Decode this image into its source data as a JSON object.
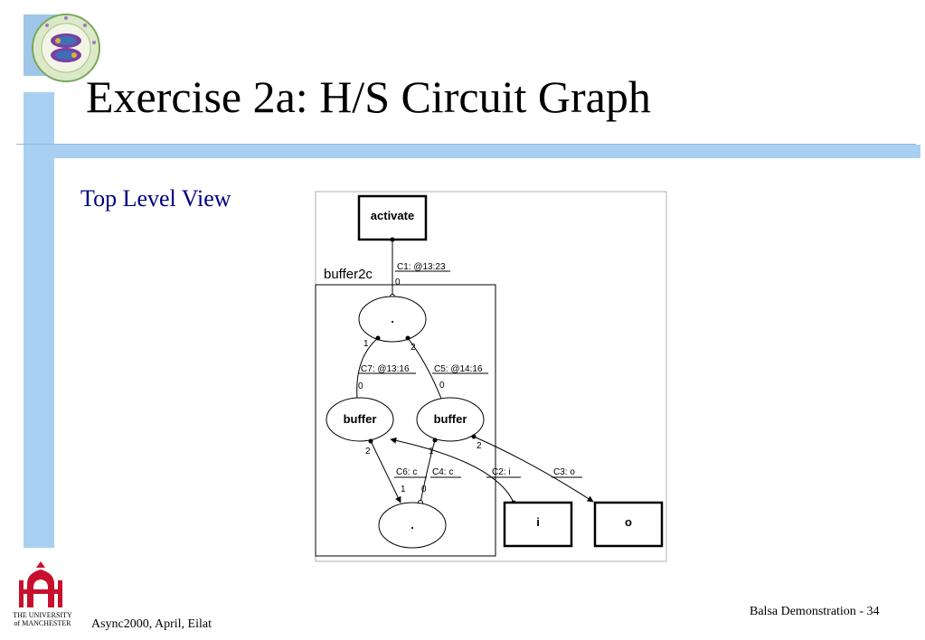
{
  "slide": {
    "title": "Exercise 2a: H/S Circuit Graph",
    "subtitle": "Top Level View",
    "footer_left": "Async2000, April, Eilat",
    "footer_right_label": "Balsa Demonstration",
    "footer_separator": " - ",
    "page_number": "34"
  },
  "university": {
    "line1": "THE UNIVERSITY",
    "line2": "of MANCHESTER"
  },
  "diagram": {
    "group_label": "buffer2c",
    "nodes": {
      "activate": "activate",
      "seq": ".",
      "buffer_left": "buffer",
      "buffer_right": "buffer",
      "join": ".",
      "port_i": "i",
      "port_o": "o"
    },
    "channels": {
      "c1": "C1: @13:23",
      "c7": "C7: @13:16",
      "c5": "C5: @14:16",
      "c6": "C6: c",
      "c4": "C4: c",
      "c2": "C2: i",
      "c3": "C3: o"
    },
    "port_numbers": {
      "c1_zero": "0",
      "seq_one": "1",
      "seq_two": "2",
      "c7_zero": "0",
      "c5_zero": "0",
      "bl_two": "2",
      "br_one": "1",
      "br_two": "2",
      "c6_one": "1",
      "c4_zero": "0"
    }
  },
  "colors": {
    "accent_blue": "#a9d0f2",
    "subtitle_navy": "#000080",
    "university_red": "#c8102e"
  }
}
